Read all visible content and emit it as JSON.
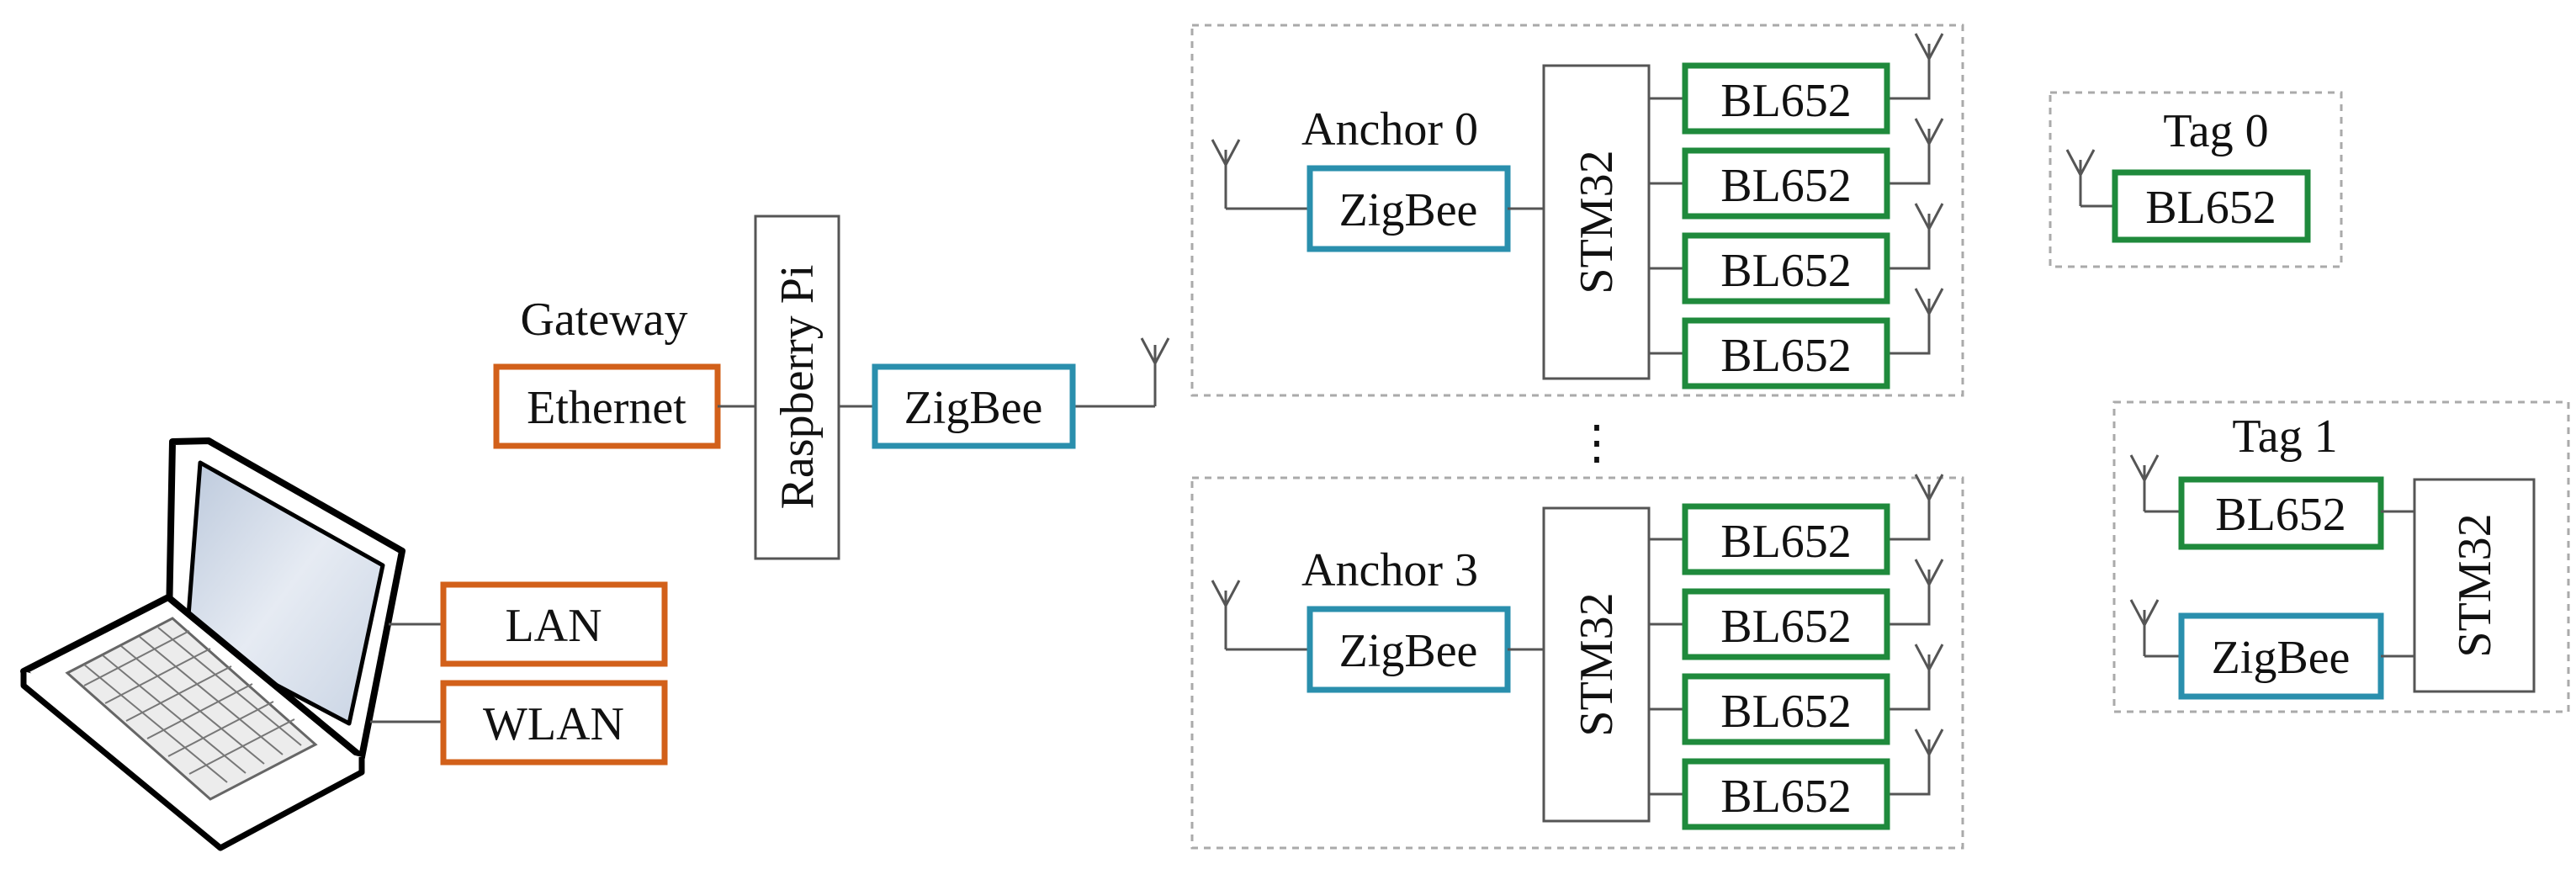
{
  "colors": {
    "orange": "#d2601a",
    "teal": "#2a8fad",
    "green": "#1f8a3c",
    "gray": "#555555",
    "dashed": "#aaaaaa"
  },
  "icons": {
    "laptop": "laptop-icon",
    "antenna": "antenna-icon"
  },
  "laptop": {
    "lan": "LAN",
    "wlan": "WLAN"
  },
  "gateway": {
    "title": "Gateway",
    "ethernet": "Ethernet",
    "raspberry": "Raspberry Pi",
    "zigbee": "ZigBee"
  },
  "anchor0": {
    "title": "Anchor 0",
    "zigbee": "ZigBee",
    "mcu": "STM32",
    "radios": [
      "BL652",
      "BL652",
      "BL652",
      "BL652"
    ]
  },
  "ellipsis": "⋮",
  "anchor3": {
    "title": "Anchor 3",
    "zigbee": "ZigBee",
    "mcu": "STM32",
    "radios": [
      "BL652",
      "BL652",
      "BL652",
      "BL652"
    ]
  },
  "tag0": {
    "title": "Tag 0",
    "radio": "BL652"
  },
  "tag1": {
    "title": "Tag 1",
    "radio": "BL652",
    "zigbee": "ZigBee",
    "mcu": "STM32"
  }
}
